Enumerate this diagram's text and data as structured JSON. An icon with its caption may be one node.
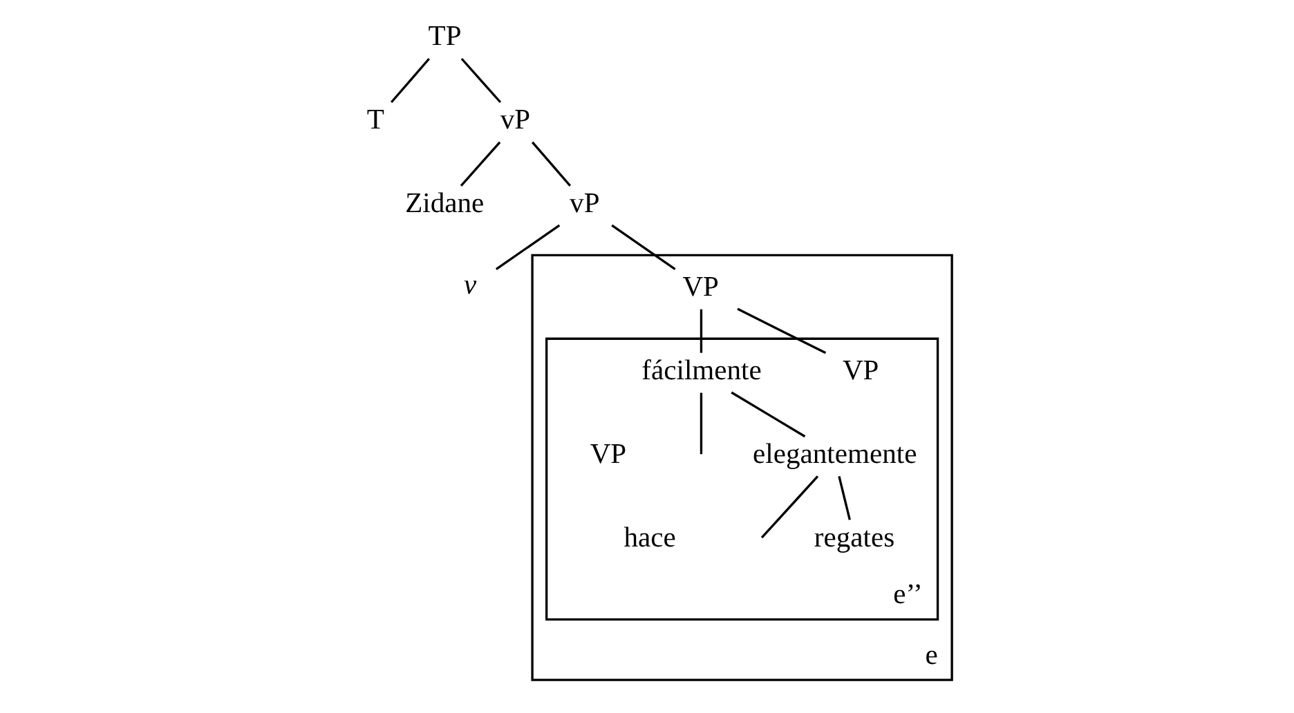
{
  "diagram": {
    "nodes": [
      {
        "text": [
          "TP"
        ]
      },
      {
        "text": [
          "T"
        ]
      },
      {
        "text": [
          "vP"
        ]
      },
      {
        "text": [
          "Zidane"
        ]
      },
      {
        "text": [
          "vP"
        ]
      },
      {
        "text": [
          "v"
        ]
      },
      {
        "text": [
          "e"
        ]
      },
      {
        "text": [
          "VP"
        ],
        "in": 6
      },
      {
        "text": [
          "e’’"
        ],
        "in": 6
      },
      {
        "text": [
          "VP"
        ],
        "in": 8
      },
      {
        "text": [
          "fácilmente"
        ],
        "in": 8
      },
      {
        "text": [
          "VP"
        ],
        "in": 8
      },
      {
        "text": [
          "elegantemente"
        ],
        "in": 8
      },
      {
        "text": [
          "hace"
        ],
        "in": 8
      },
      {
        "text": [
          "regates"
        ],
        "in": 8
      }
    ],
    "edges": [
      {
        "from": 0,
        "to": 1,
        "arrow": "none"
      },
      {
        "from": 0,
        "to": 2,
        "arrow": "none"
      },
      {
        "from": 2,
        "to": 3,
        "arrow": "none"
      },
      {
        "from": 2,
        "to": 4,
        "arrow": "none"
      },
      {
        "from": 4,
        "to": 5,
        "arrow": "none"
      },
      {
        "from": 4,
        "to": 7,
        "arrow": "none"
      },
      {
        "from": 7,
        "to": 9,
        "arrow": "none"
      },
      {
        "from": 7,
        "to": 10,
        "arrow": "none"
      },
      {
        "from": 10,
        "to": 12,
        "arrow": "none"
      },
      {
        "from": 10,
        "to": null,
        "arrow": "none"
      },
      {
        "from": 12,
        "to": 14,
        "arrow": "none"
      },
      {
        "from": 12,
        "to": null,
        "arrow": "none"
      }
    ]
  }
}
